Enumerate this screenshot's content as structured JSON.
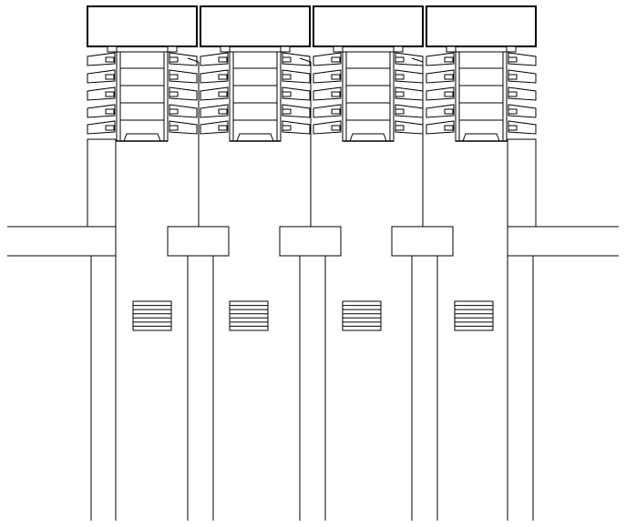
{
  "drawing": {
    "stroke_color": "#000000",
    "background_color": "#ffffff",
    "module_count": 4,
    "connector_box_count": 3,
    "vent_grille_count": 4,
    "fin_tiers_per_module": 5
  }
}
